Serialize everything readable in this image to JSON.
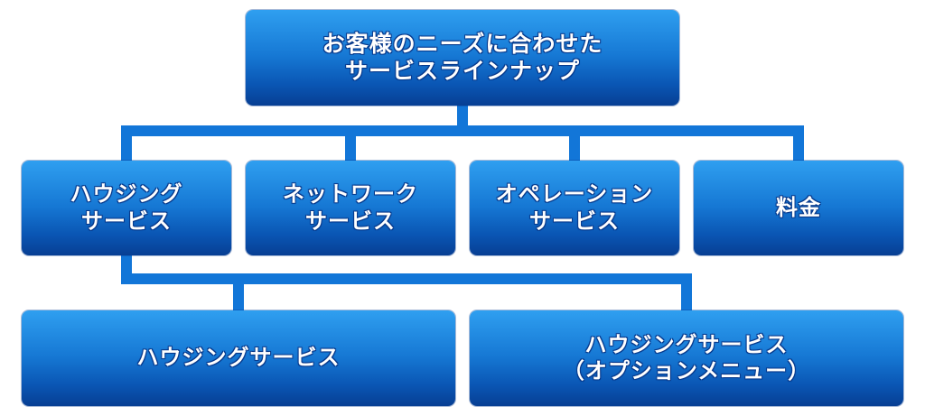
{
  "diagram": {
    "top_node": {
      "label": "お客様のニーズに合わせた\nサービスラインナップ"
    },
    "categories": [
      {
        "label": "ハウジング\nサービス"
      },
      {
        "label": "ネットワーク\nサービス"
      },
      {
        "label": "オペレーション\nサービス"
      },
      {
        "label": "料金"
      }
    ],
    "housing_children": [
      {
        "label": "ハウジングサービス"
      },
      {
        "label": "ハウジングサービス\n（オプションメニュー）"
      }
    ],
    "colors": {
      "node_gradient_top": "#2f9ff0",
      "node_gradient_mid": "#1678d4",
      "node_gradient_bottom": "#073f93",
      "connector": "#1276d8",
      "text": "#ffffff",
      "text_outline": "#083a8c"
    }
  }
}
